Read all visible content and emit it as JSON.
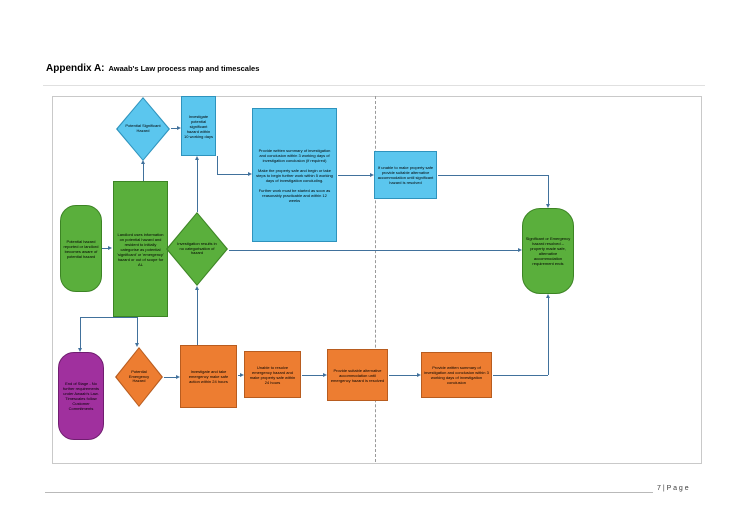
{
  "document": {
    "heading_prefix": "Appendix A:",
    "heading_title": "Awaab's Law process map and timescales",
    "footer_page_label": "7 | P a g e"
  },
  "colors": {
    "significant_route_blue": "#5bc6ee",
    "process_green": "#5aaf3c",
    "emergency_route_orange": "#ed7d31",
    "end_stage_purple": "#a0309e",
    "connector_line": "#41719c"
  },
  "flowchart": {
    "nodes": {
      "hazard_reported": "Potential hazard reported or landlord becomes aware of potential hazard",
      "landlord_categorise": "Landlord uses information on potential hazard and resident to initially categorise as potential 'significant' or 'emergency' hazard or out of scope for AL",
      "potential_significant_hazard": "Potential Significant Hazard",
      "investigate_significant": "Investigate potential significant hazard within 10 working days",
      "no_categorisation": "Investigation results in no categorisation of hazard",
      "significant_actions_p1": "Provide written summary of investigation and conclusion within 3 working days of investigation conclusion (if required)",
      "significant_actions_p2": "Make the property safe and begin or take steps to begin further work within 5 working days of investigation concluding.",
      "significant_actions_p3": "Further work must be started as soon as reasonably practicable and within 12 weeks",
      "if_unable_make_safe": "If unable to make property safe provide suitable alternative accommodation until significant hazard is resolved",
      "hazard_resolved": "Significant or Emergency hazard resolved – property made safe, alternative accommodation requirement ends",
      "end_of_stage": "End of Stage - No further requirements under Awaab's Law. Timescales follow Customer Commitments",
      "potential_emergency_hazard": "Potential Emergency Hazard",
      "investigate_emergency": "Investigate and take emergency make safe action within 24 hours",
      "unable_to_resolve": "Unable to resolve emergency hazard and make property safe within 24 hours",
      "emergency_alt_accommodation": "Provide suitable alternative accommodation until emergency hazard is resolved",
      "emergency_written_summary": "Provide written summary of investigation and conclusion within 3 working days of investigation conclusion"
    }
  }
}
